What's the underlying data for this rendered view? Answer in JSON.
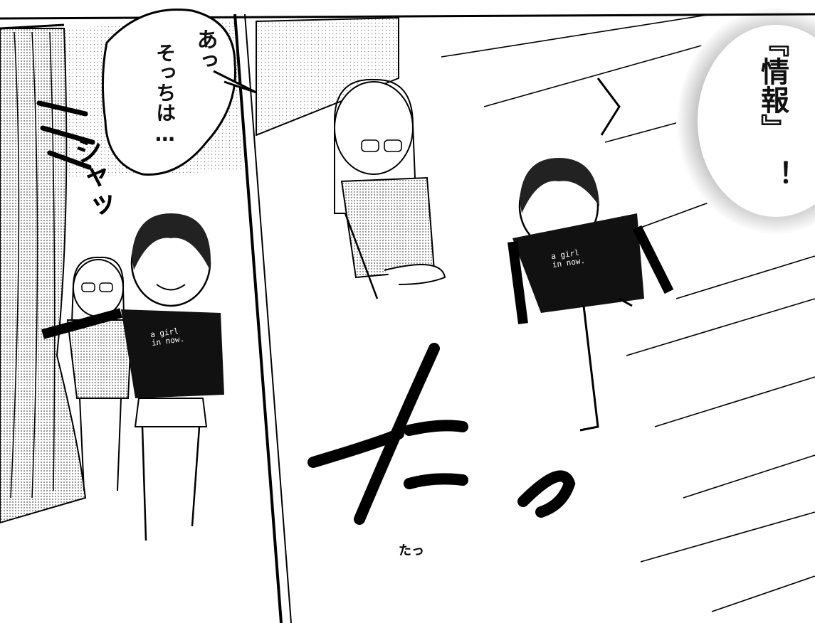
{
  "panels": [
    {
      "name": "left-panel",
      "speech": [
        "あっ",
        "そっちは…"
      ],
      "sfx": "シャッ",
      "shirt_print": [
        "a girl",
        "in now."
      ]
    },
    {
      "name": "right-panel",
      "speech": [
        "『情報』",
        "！"
      ],
      "sfx": "たっ",
      "shirt_print": [
        "a girl",
        "in now."
      ]
    }
  ]
}
